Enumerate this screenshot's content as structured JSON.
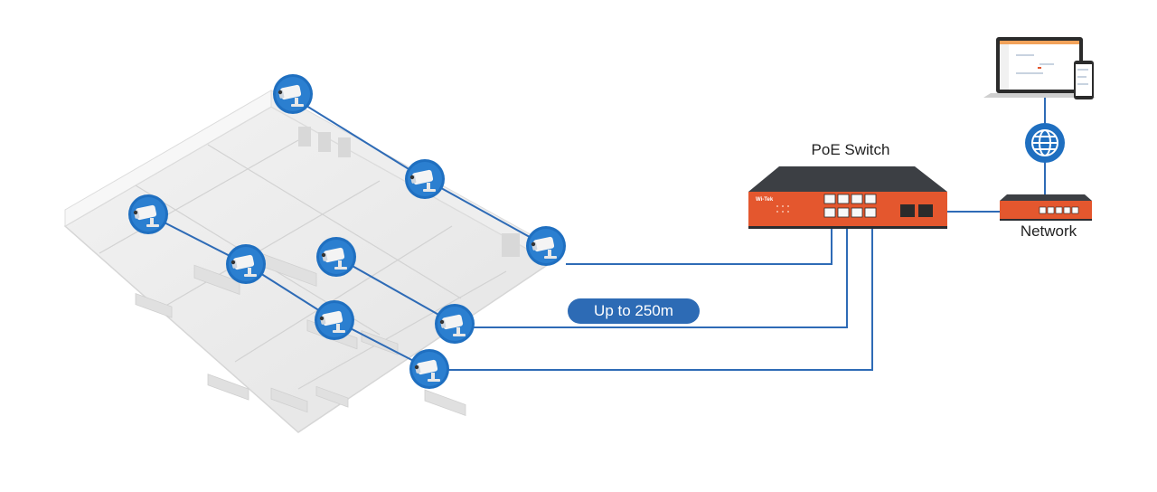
{
  "labels": {
    "switch": "PoE Switch",
    "network": "Network",
    "distance": "Up to 250m"
  },
  "device": {
    "brand": "Wi-Tek"
  },
  "colors": {
    "cable": "#2e6bb6",
    "camera_bubble": "#1f6fc0",
    "switch_body": "#e4572e",
    "switch_top": "#3c3f44",
    "badge": "#2d6bb5"
  },
  "icons": [
    "camera-icon",
    "globe-icon",
    "laptop-icon",
    "phone-icon",
    "switch-icon",
    "router-icon"
  ]
}
